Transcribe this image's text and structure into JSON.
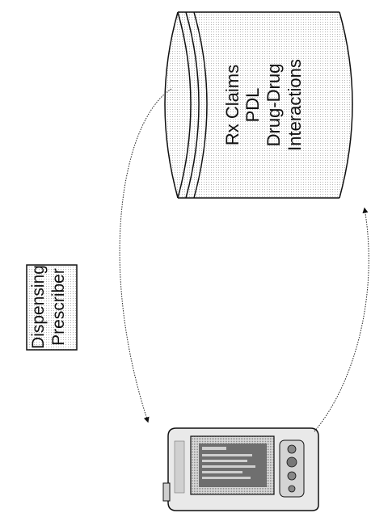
{
  "rx_box": {
    "line1": "Dispensing",
    "line2": "Prescriber"
  },
  "database": {
    "line1": "Rx Claims",
    "line2": "PDL",
    "line3": "Drug-Drug",
    "line4": "Interactions"
  },
  "device": {
    "icon": "pda-handheld-icon"
  },
  "colors": {
    "ink": "#111111",
    "fill_light": "#dcdcdc",
    "fill_mid": "#9a9a9a",
    "fill_dark": "#555555"
  }
}
